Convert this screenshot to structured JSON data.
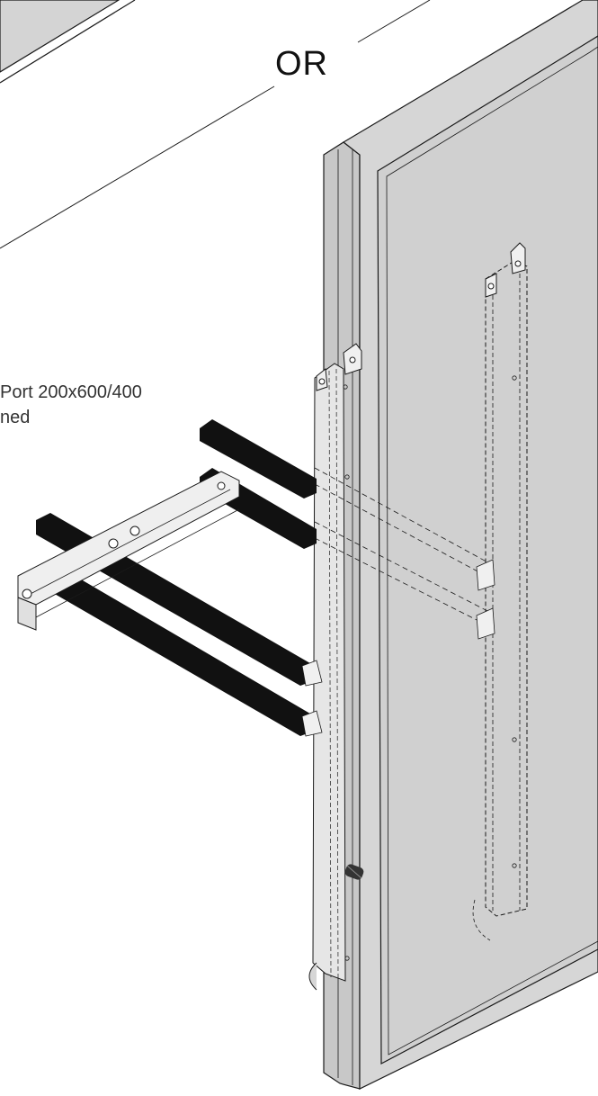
{
  "labels": {
    "or_text": "OR",
    "callout_line1": "Port 200x600/400",
    "callout_line2": "ned"
  },
  "colors": {
    "panel_face": "#d4d4d4",
    "panel_edge": "#9a9a9a",
    "outline": "#1a1a1a",
    "rail": "#111111",
    "bracket": "#f0f0f0",
    "background": "#ffffff"
  },
  "parts": {
    "panel": "cabinet-door-panel",
    "brackets": "vertical-mounting-brackets",
    "rails": "horizontal-slide-rails",
    "stud": "grounding-stud"
  }
}
